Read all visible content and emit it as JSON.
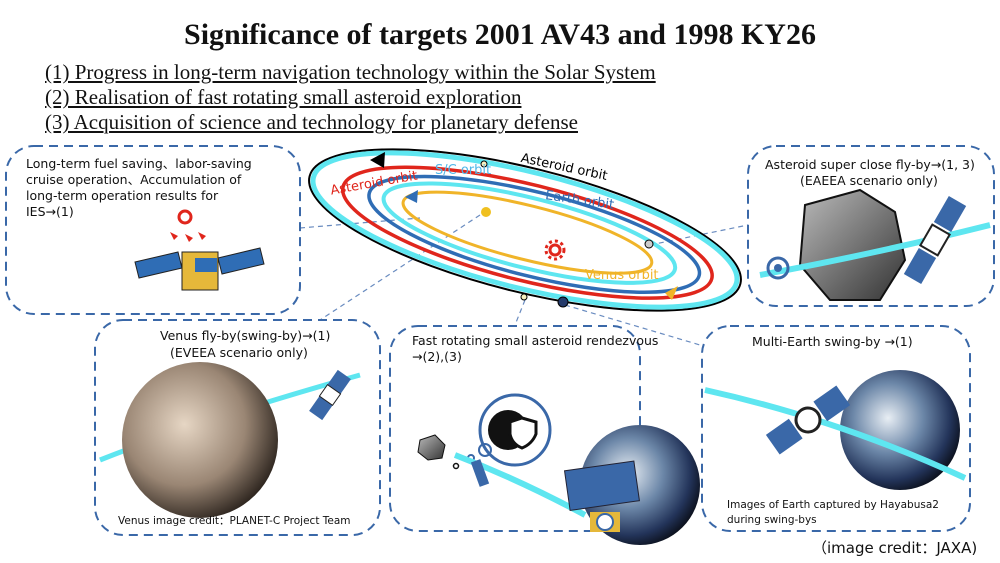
{
  "title": "Significance of targets 2001 AV43 and 1998 KY26",
  "goals": [
    "(1) Progress in long-term navigation technology within the Solar System",
    "(2) Realisation of fast rotating small asteroid exploration",
    "(3) Acquisition of science and technology for planetary defense"
  ],
  "orbits": {
    "asteroid_outer": "Asteroid orbit",
    "sc": "S/C orbit",
    "asteroid_inner": "Asteroid orbit",
    "earth": "Earth orbit",
    "venus": "Venus orbit"
  },
  "boxes": {
    "cruise": "Long-term fuel saving、labor-saving cruise operation、Accumulation of long-term operation results for IES→(1)",
    "flyby_line1": "Asteroid super close fly-by→(1, 3)",
    "flyby_line2": "(EAEEA scenario only)",
    "venus_line1": "Venus fly-by(swing-by)→(1)",
    "venus_line2": "(EVEEA scenario only)",
    "venus_credit": "Venus image credit：PLANET-C Project Team",
    "rendezvous_line1": "Fast rotating small asteroid rendezvous",
    "rendezvous_line2": "→(2),(3)",
    "earth_swingby": "Multi-Earth swing-by →(1)",
    "earth_caption_line1": "Images of Earth captured by Hayabusa2",
    "earth_caption_line2": "during swing-bys"
  },
  "credit": "（image credit：JAXA)",
  "colors": {
    "box_border": "#3a68a8",
    "asteroid_outer": "#000000",
    "sc": "#5ee6f0",
    "asteroid_inner": "#e0261c",
    "earth": "#2f6db5",
    "venus": "#f0b429",
    "sun": "#e0261c"
  }
}
